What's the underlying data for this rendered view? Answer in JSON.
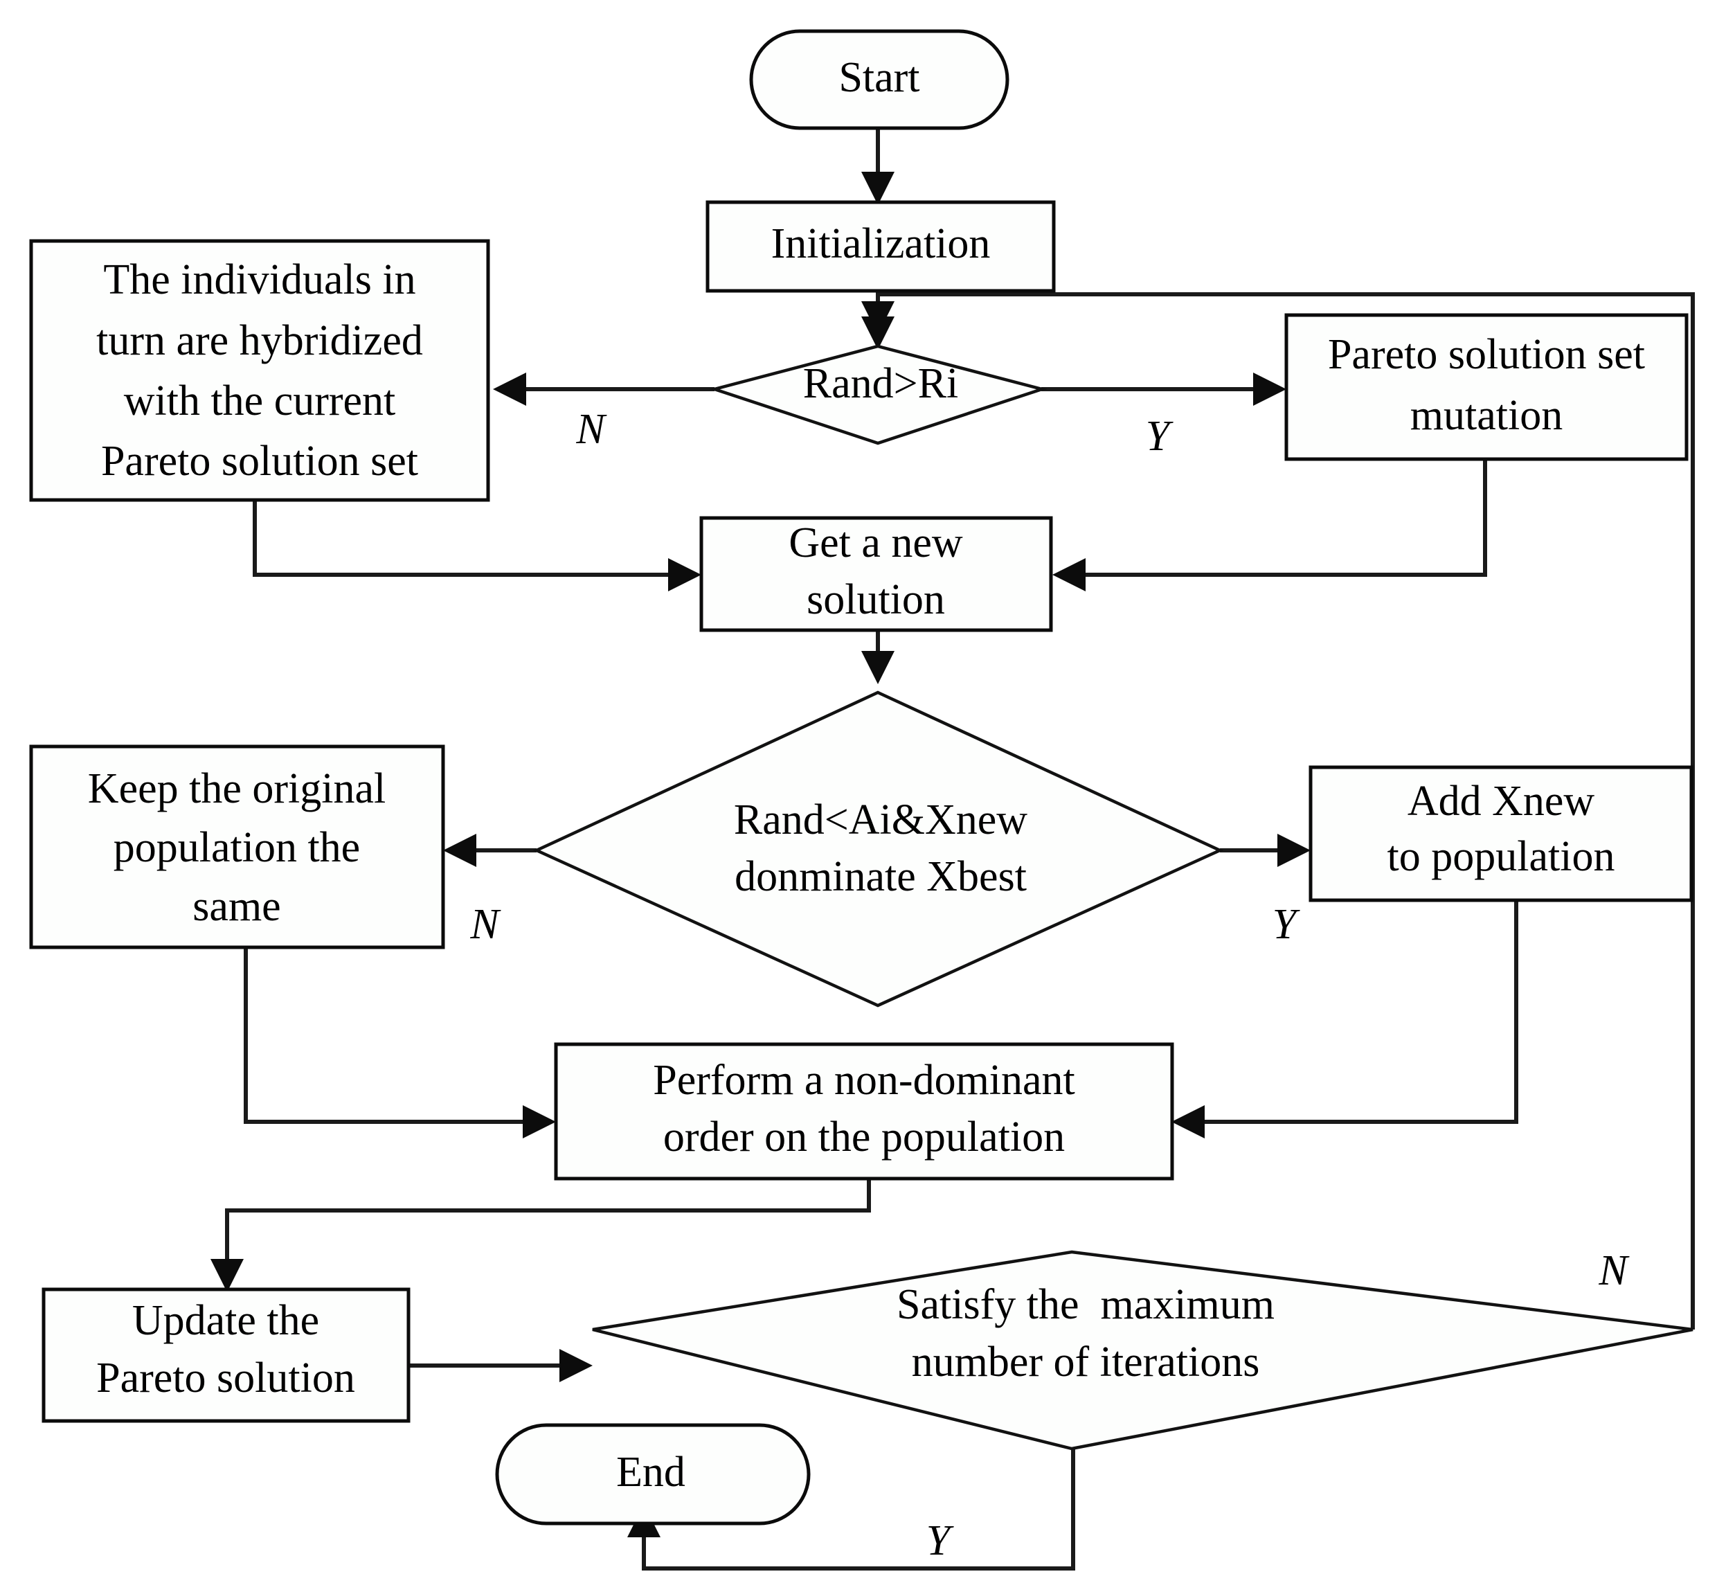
{
  "diagram": {
    "type": "flowchart",
    "title": "Multi-objective bat algorithm flowchart",
    "orientation": "top-to-bottom",
    "colors": {
      "node_fill": "#fdfefd",
      "node_stroke": "#0b0b0b",
      "edge": "#1a1a1a",
      "text": "#000000",
      "background": "#ffffff"
    },
    "nodes": {
      "start": {
        "label": "Start",
        "shape": "stadium"
      },
      "initialization": {
        "label": "Initialization",
        "shape": "rectangle"
      },
      "decision_rand_ri": {
        "label": "Rand>Ri",
        "shape": "diamond"
      },
      "hybridize": {
        "shape": "rectangle",
        "line1": "The individuals in",
        "line2": "turn are hybridized",
        "line3": "with the current",
        "line4": "Pareto solution set"
      },
      "mutation": {
        "shape": "rectangle",
        "line1": "Pareto solution set",
        "line2": "mutation"
      },
      "new_solution": {
        "shape": "rectangle",
        "line1": "Get a new",
        "line2": "solution"
      },
      "decision_dominate": {
        "shape": "diamond",
        "line1": "Rand<Ai&Xnew",
        "line2": "donminate Xbest"
      },
      "keep_population": {
        "shape": "rectangle",
        "line1": "Keep the original",
        "line2": "population the",
        "line3": "same"
      },
      "add_xnew": {
        "shape": "rectangle",
        "line1": "Add Xnew",
        "line2": "to population"
      },
      "non_dominant_order": {
        "shape": "rectangle",
        "line1": "Perform a non-dominant",
        "line2": "order on the population"
      },
      "update_pareto": {
        "shape": "rectangle",
        "line1": "Update the",
        "line2": "Pareto solution"
      },
      "decision_iterations": {
        "shape": "diamond",
        "line1": "Satisfy the  maximum",
        "line2": "number of iterations"
      },
      "end": {
        "label": "End",
        "shape": "stadium"
      }
    },
    "branch_labels": {
      "rand_ri_no": "N",
      "rand_ri_yes": "Y",
      "dominate_no": "N",
      "dominate_yes": "Y",
      "iterations_no": "N",
      "iterations_yes": "Y"
    },
    "edges": [
      {
        "from": "start",
        "to": "initialization",
        "label": ""
      },
      {
        "from": "initialization",
        "to": "decision_rand_ri",
        "label": ""
      },
      {
        "from": "decision_rand_ri",
        "to": "hybridize",
        "label": "N"
      },
      {
        "from": "decision_rand_ri",
        "to": "mutation",
        "label": "Y"
      },
      {
        "from": "hybridize",
        "to": "new_solution",
        "label": ""
      },
      {
        "from": "mutation",
        "to": "new_solution",
        "label": ""
      },
      {
        "from": "new_solution",
        "to": "decision_dominate",
        "label": ""
      },
      {
        "from": "decision_dominate",
        "to": "keep_population",
        "label": "N"
      },
      {
        "from": "decision_dominate",
        "to": "add_xnew",
        "label": "Y"
      },
      {
        "from": "keep_population",
        "to": "non_dominant_order",
        "label": ""
      },
      {
        "from": "add_xnew",
        "to": "non_dominant_order",
        "label": ""
      },
      {
        "from": "non_dominant_order",
        "to": "update_pareto",
        "label": ""
      },
      {
        "from": "update_pareto",
        "to": "decision_iterations",
        "label": ""
      },
      {
        "from": "decision_iterations",
        "to": "end",
        "label": "Y"
      },
      {
        "from": "decision_iterations",
        "to": "decision_rand_ri",
        "label": "N"
      }
    ]
  }
}
